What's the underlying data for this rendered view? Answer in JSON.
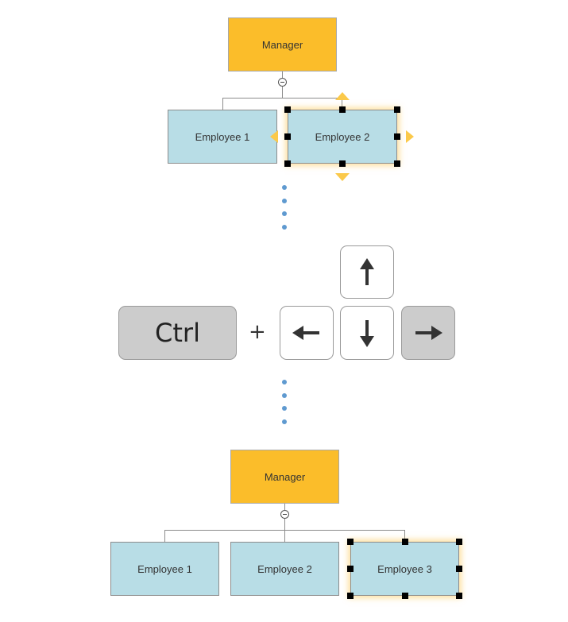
{
  "diagram_before": {
    "manager": "Manager",
    "employees": [
      "Employee 1",
      "Employee 2"
    ]
  },
  "keyboard": {
    "ctrl": "Ctrl",
    "plus": "+",
    "arrows": [
      "up-arrow-icon",
      "left-arrow-icon",
      "down-arrow-icon",
      "right-arrow-icon"
    ],
    "pressed": [
      "Ctrl",
      "right-arrow-icon"
    ]
  },
  "diagram_after": {
    "manager": "Manager",
    "employees": [
      "Employee 1",
      "Employee 2",
      "Employee 3"
    ]
  },
  "colors": {
    "manager_fill": "#fbbd2a",
    "employee_fill": "#b8dde6",
    "selection_arrow": "#fbc94a",
    "dots": "#5f9ad0",
    "pressed_key": "#cccccc"
  }
}
